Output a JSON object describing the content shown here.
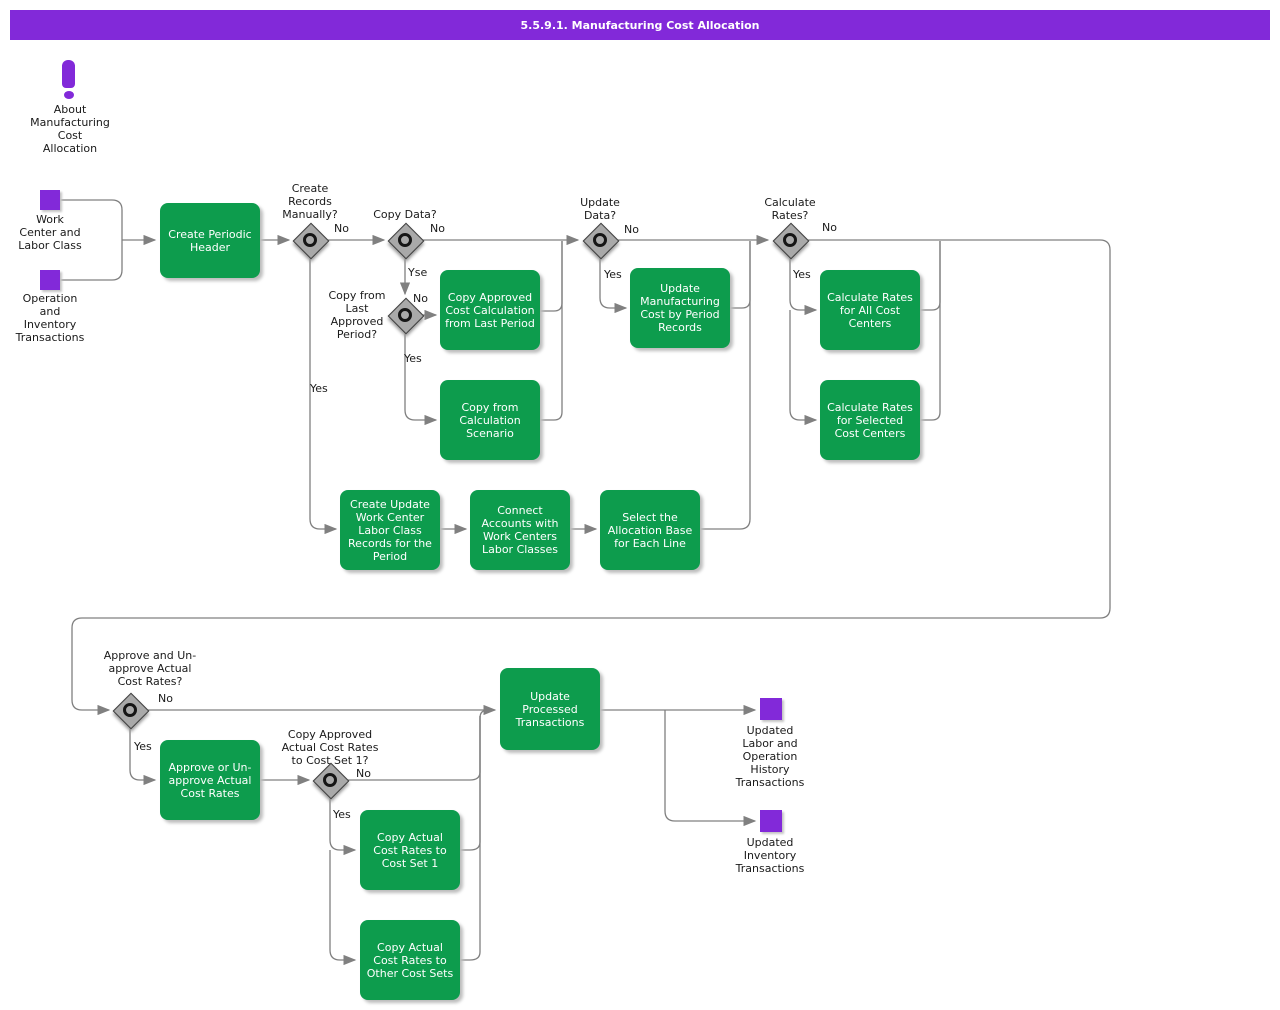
{
  "title": "5.5.9.1. Manufacturing Cost Allocation",
  "colors": {
    "purple": "#8229D9",
    "green": "#0D9C4D",
    "line": "#808080",
    "text": "#1a1a1a",
    "title_text": "#ffffff"
  },
  "note": {
    "label": "About\nManufacturing\nCost\nAllocation"
  },
  "inputs": [
    {
      "label": "Work\nCenter and\nLabor Class"
    },
    {
      "label": "Operation\nand\nInventory\nTransactions"
    }
  ],
  "activities": {
    "create_periodic_header": "Create Periodic\nHeader",
    "copy_approved_cost_calc": "Copy Approved\nCost Calculation\nfrom Last Period",
    "copy_from_calc_scenario": "Copy from\nCalculation\nScenario",
    "update_mfg_cost": "Update\nManufacturing\nCost by Period\nRecords",
    "calc_rates_all": "Calculate Rates\nfor All Cost\nCenters",
    "calc_rates_selected": "Calculate Rates\nfor Selected\nCost Centers",
    "create_update_wc": "Create Update\nWork Center\nLabor Class\nRecords for the\nPeriod",
    "connect_accounts": "Connect\nAccounts with\nWork Centers\nLabor Classes",
    "select_allocation_base": "Select the\nAllocation Base\nfor Each Line",
    "update_processed_txn": "Update\nProcessed\nTransactions",
    "approve_unapprove": "Approve or Un-\napprove Actual\nCost Rates",
    "copy_actual_cs1": "Copy Actual\nCost Rates to\nCost Set 1",
    "copy_actual_other": "Copy Actual\nCost Rates to\nOther Cost Sets"
  },
  "decisions": {
    "create_records_manually": {
      "label": "Create\nRecords\nManually?",
      "no": "No",
      "yes": "Yes"
    },
    "copy_data": {
      "label": "Copy Data?",
      "no": "No",
      "yes": "Yse"
    },
    "copy_from_last_approved": {
      "label": "Copy from\nLast\nApproved\nPeriod?",
      "no": "No",
      "yes": "Yes"
    },
    "update_data": {
      "label": "Update\nData?",
      "no": "No",
      "yes": "Yes"
    },
    "calculate_rates": {
      "label": "Calculate\nRates?",
      "no": "No",
      "yes": "Yes"
    },
    "approve_and_unapprove": {
      "label": "Approve and Un-\napprove Actual\nCost Rates?",
      "no": "No",
      "yes": "Yes"
    },
    "copy_approved_to_cs1": {
      "label": "Copy Approved\nActual Cost Rates\nto Cost Set 1?",
      "no": "No",
      "yes": "Yes"
    }
  },
  "outputs": [
    {
      "label": "Updated\nLabor and\nOperation\nHistory\nTransactions"
    },
    {
      "label": "Updated\nInventory\nTransactions"
    }
  ]
}
